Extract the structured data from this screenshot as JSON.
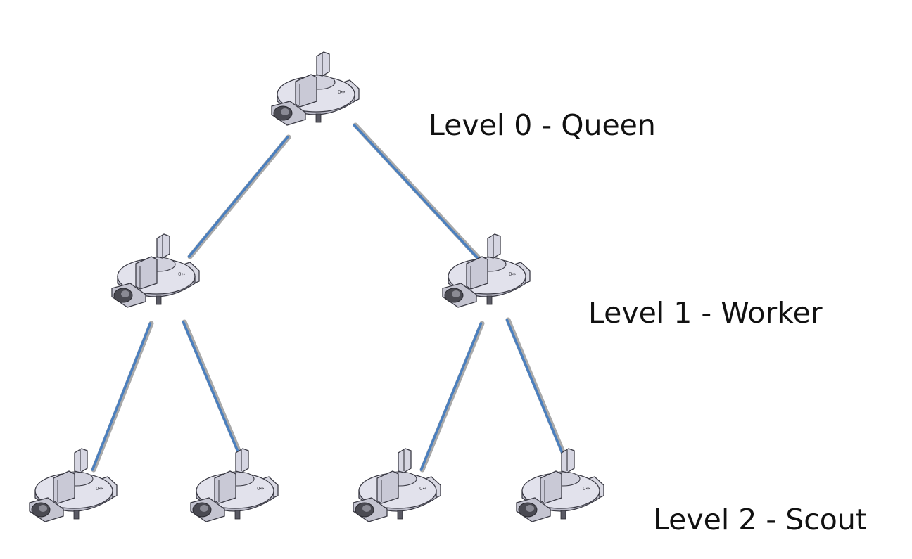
{
  "levels": [
    {
      "label": "Level 0 - Queen"
    },
    {
      "label": "Level 1 - Worker"
    },
    {
      "label": "Level 2 - Scout"
    }
  ],
  "nodes": [
    {
      "id": "queen",
      "level": 0
    },
    {
      "id": "worker-left",
      "level": 1
    },
    {
      "id": "worker-right",
      "level": 1
    },
    {
      "id": "scout-1",
      "level": 2
    },
    {
      "id": "scout-2",
      "level": 2
    },
    {
      "id": "scout-3",
      "level": 2
    },
    {
      "id": "scout-4",
      "level": 2
    }
  ],
  "edges": [
    {
      "from": "queen",
      "to": "worker-left"
    },
    {
      "from": "queen",
      "to": "worker-right"
    },
    {
      "from": "worker-left",
      "to": "scout-1"
    },
    {
      "from": "worker-left",
      "to": "scout-2"
    },
    {
      "from": "worker-right",
      "to": "scout-3"
    },
    {
      "from": "worker-right",
      "to": "scout-4"
    }
  ],
  "colors": {
    "link_blue": "#4a7fbf",
    "link_gray": "#a9a9a9",
    "robot_body": "#dcdce6",
    "robot_edge": "#3a3a44",
    "robot_dark": "#55555f",
    "label_text": "#111111"
  }
}
